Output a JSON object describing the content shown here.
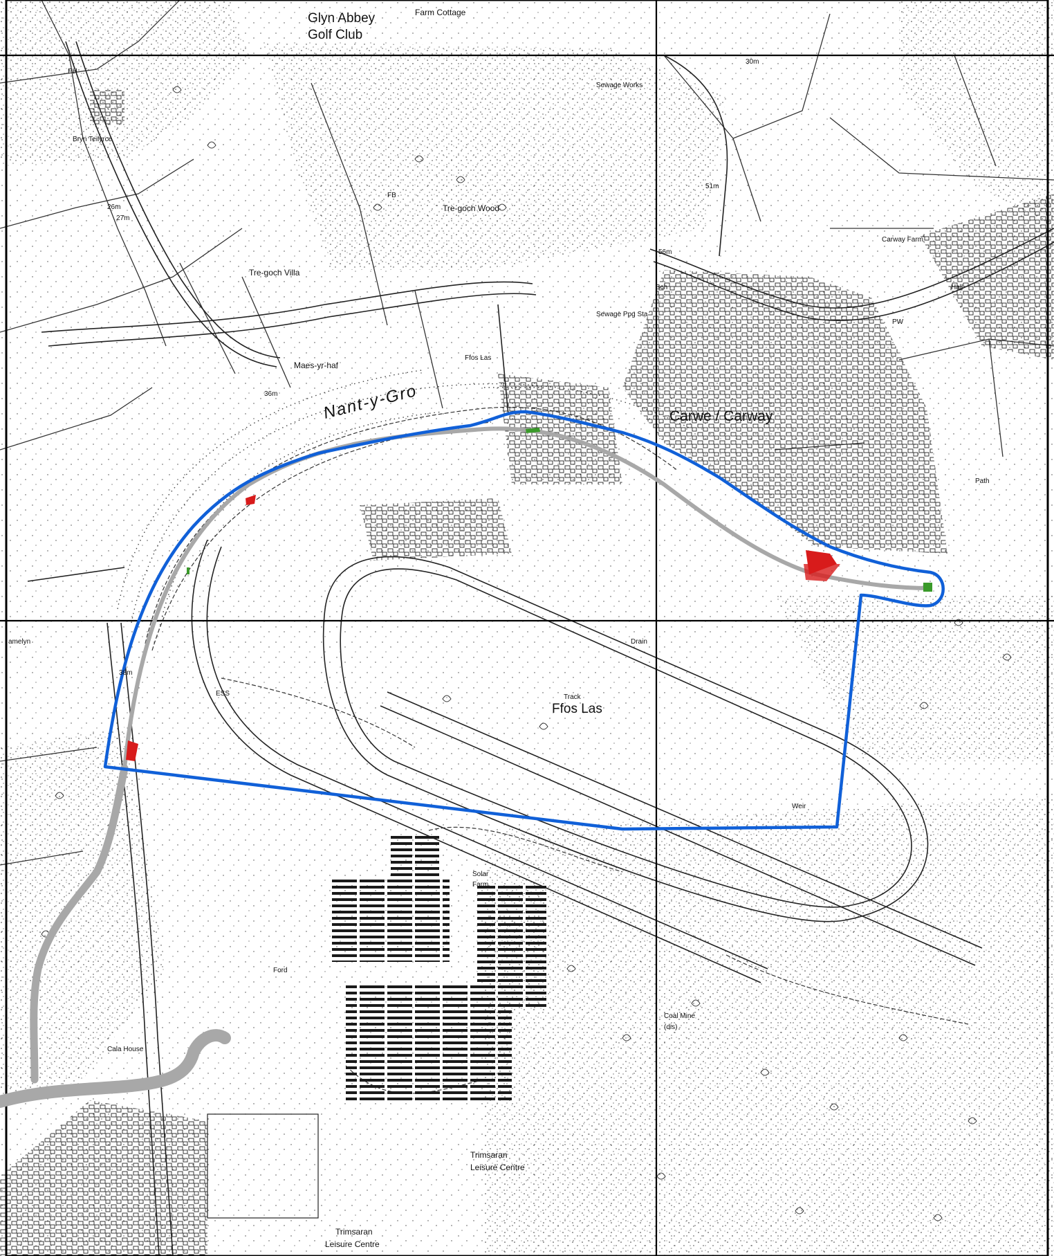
{
  "labels": {
    "glyn_abbey": "Glyn Abbey",
    "golf_club": "Golf Club",
    "farm_cottage": "Farm Cottage",
    "tre_goch_wood": "Tre-goch Wood",
    "tre_goch_villa": "Tre-goch Villa",
    "bryn_teilyrce": "Bryn Teilyrce",
    "maes_yr_haf": "Maes-yr-haf",
    "nant_y_gro": "Nant-y-Gro",
    "carwe_carway": "Carwe / Carway",
    "carway_farm": "Carway Farm",
    "hall": "Hall",
    "sewage_works": "Sewage Works",
    "sewage_ppg_sta": "Sewage Ppg Sta",
    "ffos_las_upper": "Ffos Las",
    "ffos_las": "Ffos Las",
    "solar_farm_1": "Solar",
    "solar_farm_2": "Farm",
    "coal_mine_1": "Coal Mine",
    "coal_mine_2": "(dis)",
    "cala_house": "Cala House",
    "trimsaran_leisure_1": "Trimsaran",
    "trimsaran_leisure_2": "Leisure Centre",
    "trimsaran_bottom_1": "Trimsaran",
    "trimsaran_bottom_2": "Leisure Centre",
    "ford": "Ford",
    "track": "Track",
    "drain": "Drain",
    "path": "Path",
    "weir": "Weir",
    "fb": "FB",
    "ph": "PH",
    "pw": "PW",
    "sch": "Sch",
    "ess": "ESS",
    "spot_30m": "30m",
    "spot_51m": "51m",
    "spot_56m": "56m",
    "spot_36m": "36m",
    "spot_26m": "26m",
    "spot_27m": "27m",
    "spot_38m": "38m",
    "amelyn": "amelyn"
  },
  "colors": {
    "boundary": "#1060d8",
    "route": "#a8a8a8",
    "red_hatch": "#d81b1b",
    "green_hatch": "#3a9a2a",
    "grid": "#000000",
    "ink": "#222222"
  }
}
